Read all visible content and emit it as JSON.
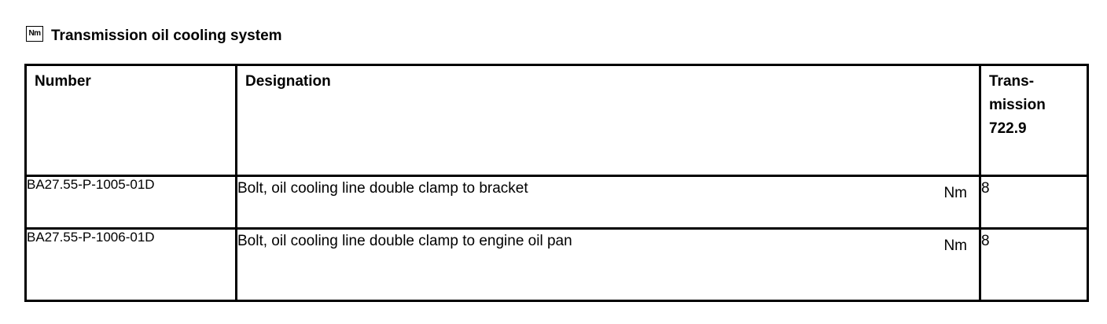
{
  "section": {
    "icon": "Nm",
    "title": "Transmission oil cooling system"
  },
  "table": {
    "headers": {
      "number": "Number",
      "designation": "Designation",
      "transmission": [
        "Trans-",
        "mission",
        "722.9"
      ]
    },
    "rows": [
      {
        "number": "BA27.55-P-1005-01D",
        "designation": "Bolt, oil cooling line double clamp to bracket",
        "unit": "Nm",
        "value": "8"
      },
      {
        "number": "BA27.55-P-1006-01D",
        "designation": "Bolt, oil cooling line double clamp to engine oil pan",
        "unit": "Nm",
        "value": "8"
      }
    ]
  }
}
